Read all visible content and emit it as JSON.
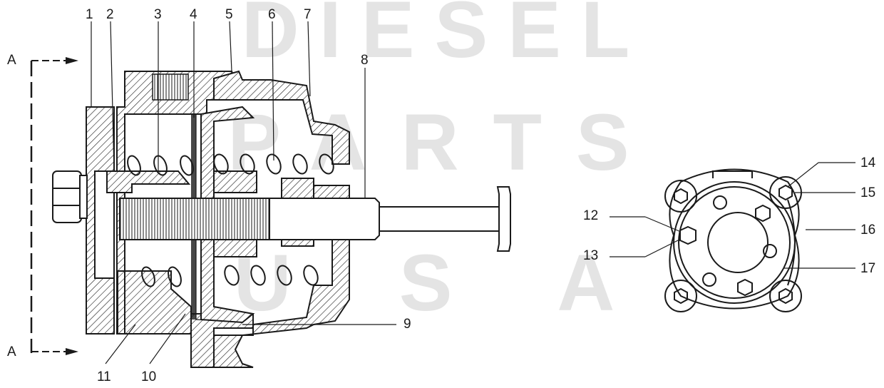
{
  "watermark": {
    "line1": "DIESEL",
    "line2": "PARTS",
    "line3": "U S A"
  },
  "section_labels": {
    "top": "A",
    "bottom": "A"
  },
  "callouts": {
    "n1": "1",
    "n2": "2",
    "n3": "3",
    "n4": "4",
    "n5": "5",
    "n6": "6",
    "n7": "7",
    "n8": "8",
    "n9": "9",
    "n10": "10",
    "n11": "11",
    "n12": "12",
    "n13": "13",
    "n14": "14",
    "n15": "15",
    "n16": "16",
    "n17": "17"
  }
}
